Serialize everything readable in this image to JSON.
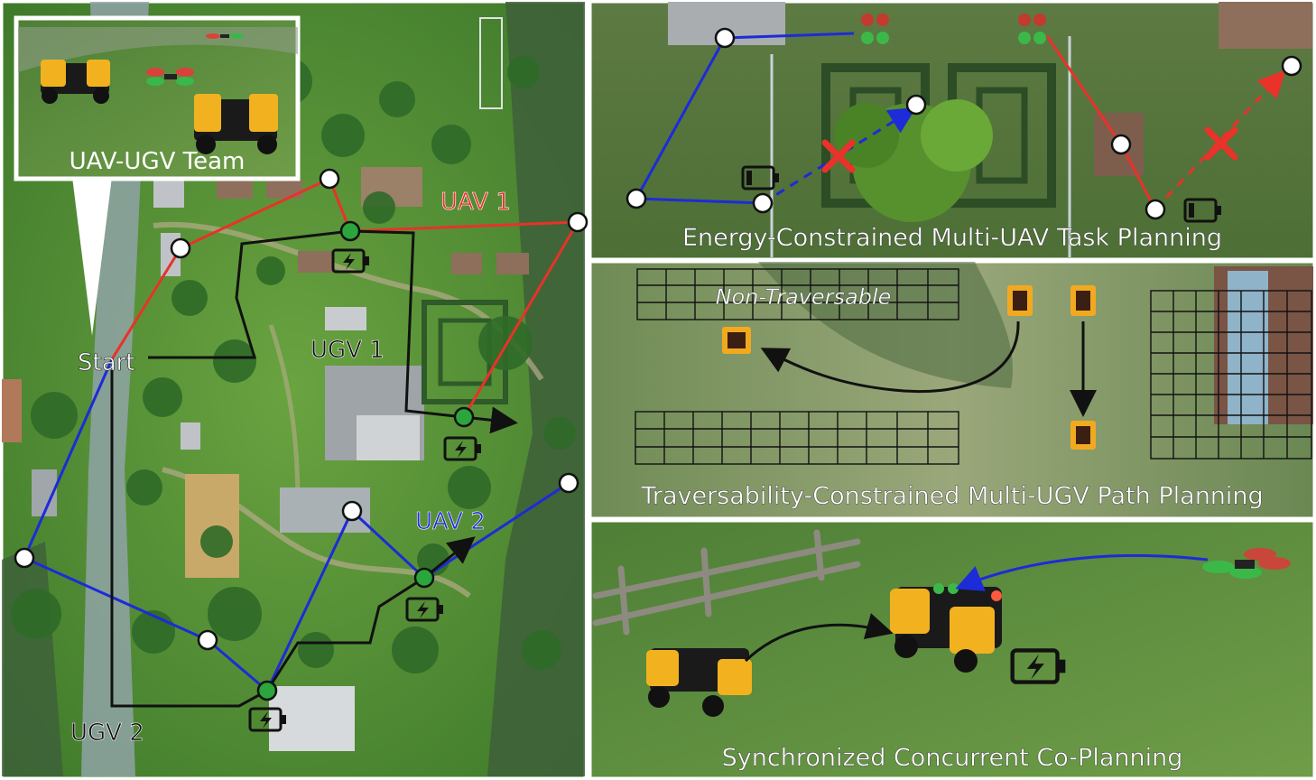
{
  "map": {
    "inset_label": "UAV-UGV Team",
    "start_label": "Start",
    "uav1_label": "UAV 1",
    "uav2_label": "UAV 2",
    "ugv1_label": "UGV 1",
    "ugv2_label": "UGV 2"
  },
  "panels": {
    "top_caption": "Energy-Constrained Multi-UAV Task Planning",
    "middle_caption": "Traversability-Constrained Multi-UGV Path Planning",
    "middle_annotation": "Non-Traversable",
    "bottom_caption": "Synchronized Concurrent Co-Planning"
  },
  "colors": {
    "uav1": "#e8322a",
    "uav2": "#1d2bd8",
    "ugv": "#111111",
    "charging_node": "#2aa63c",
    "waypoint": "#ffffff",
    "failure_mark": "#e8322a"
  },
  "icons": [
    "battery-charging-icon",
    "battery-low-icon",
    "failure-x-icon",
    "uav-drone-icon",
    "ugv-robot-icon"
  ]
}
